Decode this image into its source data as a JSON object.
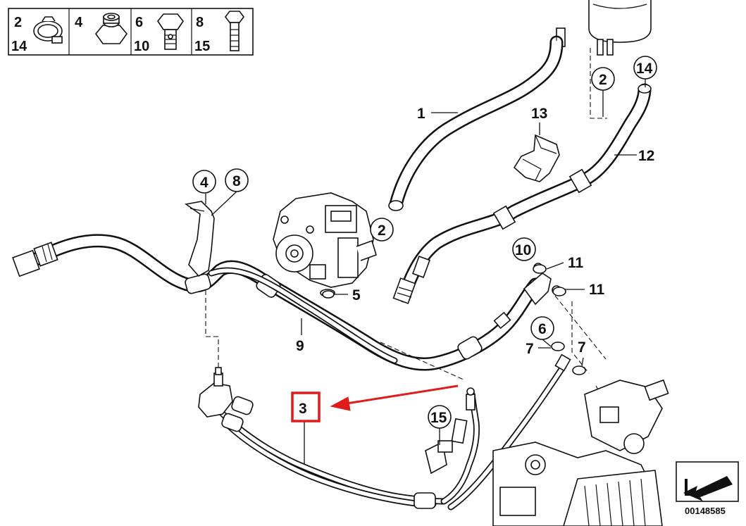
{
  "legend": {
    "cells": [
      {
        "top": "2",
        "bottom": "14"
      },
      {
        "top": "4",
        "bottom": ""
      },
      {
        "top": "6",
        "bottom": "10"
      },
      {
        "top": "8",
        "bottom": "15"
      }
    ]
  },
  "callouts": {
    "c1": "1",
    "c2a": "2",
    "c2b": "2",
    "c3": "3",
    "c4": "4",
    "c5": "5",
    "c6": "6",
    "c7a": "7",
    "c7b": "7",
    "c8": "8",
    "c9": "9",
    "c10": "10",
    "c11a": "11",
    "c11b": "11",
    "c12": "12",
    "c13": "13",
    "c14": "14",
    "c15": "15"
  },
  "highlight_color": "#e01b1b",
  "doc_number": "00148585",
  "icons": [
    "hose-clamp-icon",
    "nut-icon",
    "banjo-bolt-icon",
    "bolt-icon",
    "orientation-arrow-icon"
  ]
}
